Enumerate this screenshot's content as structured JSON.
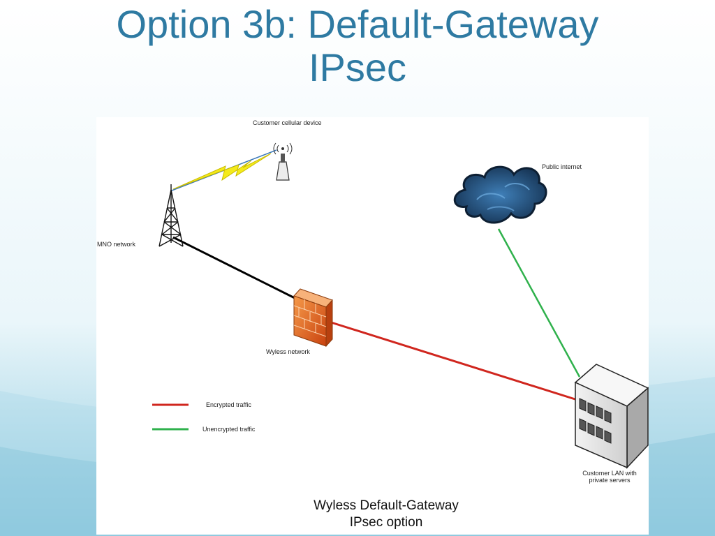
{
  "slide": {
    "title_line1": "Option 3b: Default-Gateway",
    "title_line2": "IPsec"
  },
  "diagram": {
    "labels": {
      "device": "Customer cellular device",
      "internet": "Public internet",
      "mno": "MNO network",
      "wyless": "Wyless network",
      "lan_line1": "Customer LAN with",
      "lan_line2": "private servers"
    },
    "legend": {
      "encrypted": "Encrypted traffic",
      "unencrypted": "Unencrypted traffic"
    },
    "caption_line1": "Wyless Default-Gateway",
    "caption_line2": "IPsec option"
  },
  "colors": {
    "title": "#2e7aa2",
    "encrypted_line": "#d0261e",
    "unencrypted_line": "#2fb14c",
    "backhaul_line": "#000000",
    "lightning": "#f4ea1a",
    "firewall": "#e86a1c",
    "cloud": "#1e3f66"
  }
}
